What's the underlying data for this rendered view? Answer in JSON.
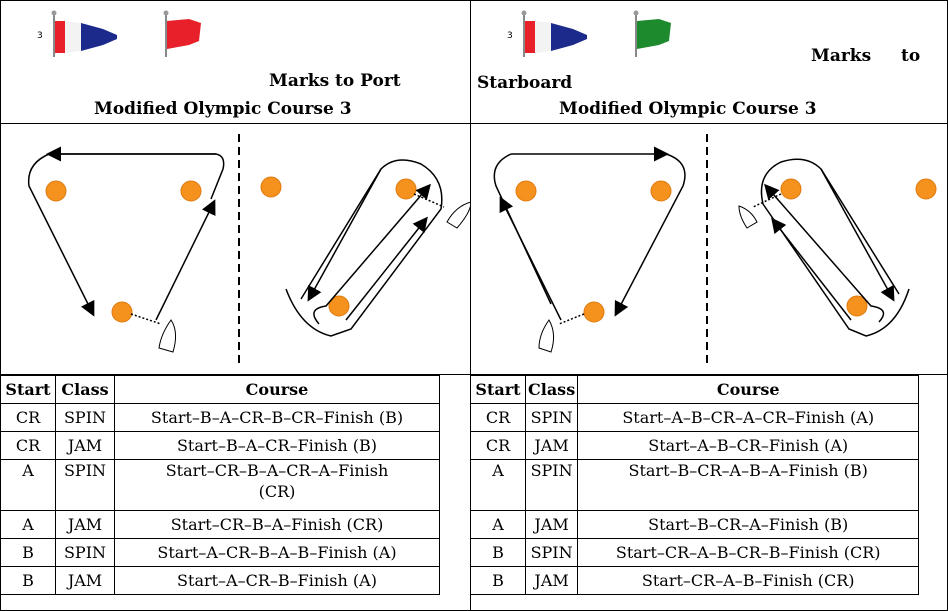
{
  "left": {
    "flag_number": "3",
    "title_line1": "Marks to Port",
    "title_line2": "Modified Olympic Course 3",
    "headers": [
      "Start",
      "Class",
      "Course"
    ],
    "rows": [
      {
        "start": "CR",
        "class": "SPIN",
        "course": "Start–B–A–CR–B–CR–Finish (B)"
      },
      {
        "start": "CR",
        "class": "JAM",
        "course": "Start–B–A–CR–Finish (B)"
      },
      {
        "start": "A",
        "class": "SPIN",
        "course": "Start–CR–B–A–CR–A–Finish (CR)"
      },
      {
        "start": "A",
        "class": "JAM",
        "course": "Start–CR–B–A–Finish (CR)"
      },
      {
        "start": "B",
        "class": "SPIN",
        "course": "Start–A–CR–B–A–B–Finish (A)"
      },
      {
        "start": "B",
        "class": "JAM",
        "course": "Start–A–CR–B–Finish (A)"
      }
    ]
  },
  "right": {
    "flag_number": "3",
    "title_line1": "Marks",
    "title_line1b": "to",
    "title_line2": "Starboard",
    "title_line3": "Modified Olympic Course 3",
    "headers": [
      "Start",
      "Class",
      "Course"
    ],
    "rows": [
      {
        "start": "CR",
        "class": "SPIN",
        "course": "Start–A–B–CR–A–CR–Finish (A)"
      },
      {
        "start": "CR",
        "class": "JAM",
        "course": "Start–A–B–CR–Finish (A)"
      },
      {
        "start": "A",
        "class": "SPIN",
        "course": "Start–B–CR–A–B–A–Finish (B)"
      },
      {
        "start": "A",
        "class": "JAM",
        "course": "Start–B–CR–A–Finish (B)"
      },
      {
        "start": "B",
        "class": "SPIN",
        "course": "Start–CR–A–B–CR–B–Finish (CR)"
      },
      {
        "start": "B",
        "class": "JAM",
        "course": "Start–CR–A–B–Finish (CR)"
      }
    ]
  },
  "colors": {
    "mark_orange": "#f5921e",
    "flag_red": "#e8202a",
    "flag_blue": "#1c2a8c",
    "flag_green": "#1e8a2e"
  },
  "icons": [
    "pennant-3-flag",
    "red-flag",
    "green-flag",
    "mark-buoy",
    "boat"
  ]
}
